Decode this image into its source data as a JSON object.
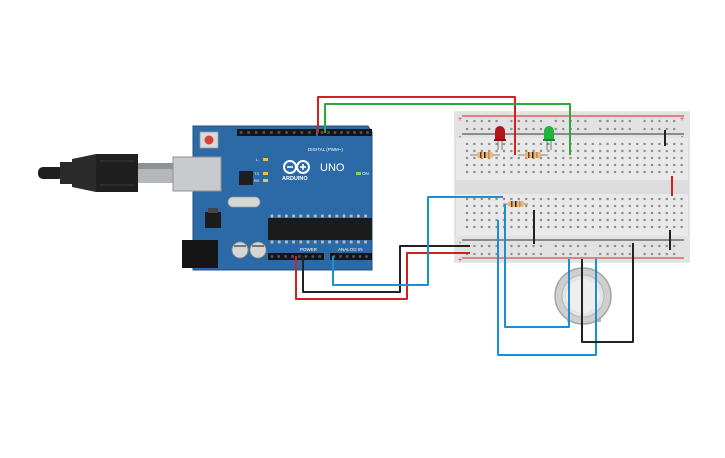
{
  "arduino": {
    "brand": "ARDUINO",
    "model": "UNO",
    "digital_header": "DIGITAL (PWM~)",
    "power_header": "POWER",
    "analog_header": "ANALOG IN",
    "on_label": "ON",
    "led_l": "L",
    "led_tx": "TX",
    "led_rx": "RX"
  },
  "breadboard": {
    "plus": "+",
    "minus": "-"
  },
  "colors": {
    "board": "#2b6aa6",
    "wire_red": "#d21f1f",
    "wire_green": "#2fa83a",
    "wire_blue": "#1b8fd1",
    "wire_black": "#222222",
    "led_red": "#b0141c",
    "led_green": "#22b33a"
  }
}
